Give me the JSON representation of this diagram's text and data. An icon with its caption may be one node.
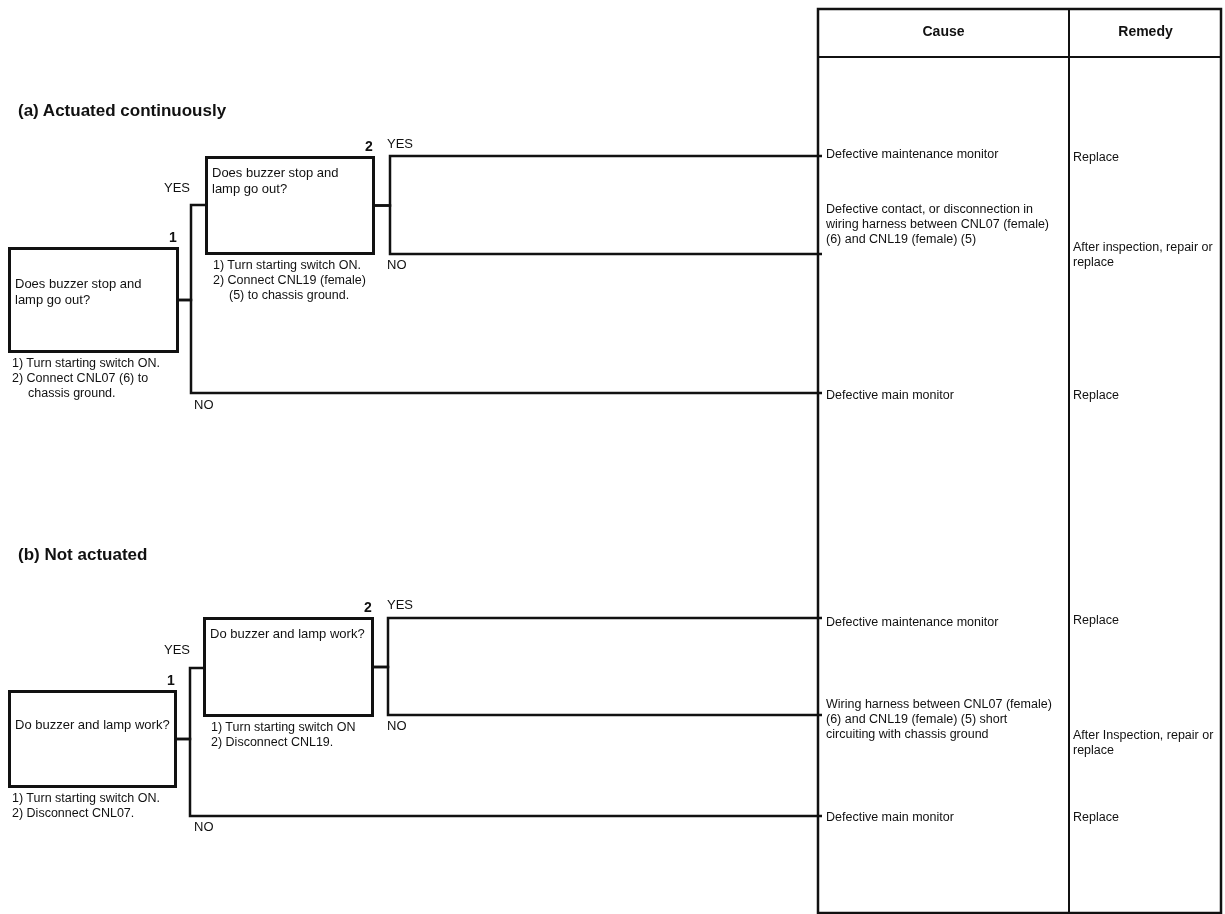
{
  "diagram": {
    "nodes": [
      {
        "text": [
          "Does buzzer stop and lamp go out?"
        ],
        "beside": [
          "1",
          "1) Turn starting switch ON.",
          "2) Connect CNL07 (6) to chassis ground."
        ]
      },
      {
        "text": [
          "Does buzzer stop and lamp go out?"
        ],
        "beside": [
          "2",
          "1) Turn starting switch ON.",
          "2) Connect CNL19 (female) (5) to chassis ground."
        ]
      },
      {
        "text": [
          "Defective maintenance monitor"
        ]
      },
      {
        "text": [
          "Defective contact, or disconnection in wiring harness between CNL07 (female) (6) and CNL19 (female) (5)"
        ]
      },
      {
        "text": [
          "Defective main monitor"
        ]
      },
      {
        "text": [
          "Do buzzer and lamp work?"
        ],
        "beside": [
          "1",
          "1) Turn starting switch ON.",
          "2) Disconnect CNL07."
        ]
      },
      {
        "text": [
          "Do buzzer and lamp work?"
        ],
        "beside": [
          "2",
          "1) Turn starting switch ON",
          "2) Disconnect CNL19."
        ]
      },
      {
        "text": [
          "Defective maintenance monitor"
        ]
      },
      {
        "text": [
          "Wiring harness between CNL07 (female) (6) and CNL19 (female) (5) short circuiting with chassis ground"
        ]
      },
      {
        "text": [
          "Defective main monitor"
        ]
      }
    ],
    "edges": [
      {
        "from": 0,
        "to": 1,
        "arrow": "none",
        "label": "YES"
      },
      {
        "from": 0,
        "to": 4,
        "arrow": "none",
        "label": "NO"
      },
      {
        "from": 1,
        "to": 2,
        "arrow": "none",
        "label": "YES"
      },
      {
        "from": 1,
        "to": 3,
        "arrow": "none",
        "label": "NO"
      },
      {
        "from": 5,
        "to": 6,
        "arrow": "none",
        "label": "YES"
      },
      {
        "from": 5,
        "to": 9,
        "arrow": "none",
        "label": "NO"
      },
      {
        "from": 6,
        "to": 7,
        "arrow": "none",
        "label": "YES"
      },
      {
        "from": 6,
        "to": 8,
        "arrow": "none",
        "label": "NO"
      }
    ],
    "labels": [
      "Cause",
      "Remedy",
      "(a) Actuated continuously",
      "Replace",
      "After inspection, repair or replace",
      "Replace",
      "(b) Not actuated",
      "Replace",
      "After Inspection, repair or replace",
      "Replace"
    ]
  }
}
